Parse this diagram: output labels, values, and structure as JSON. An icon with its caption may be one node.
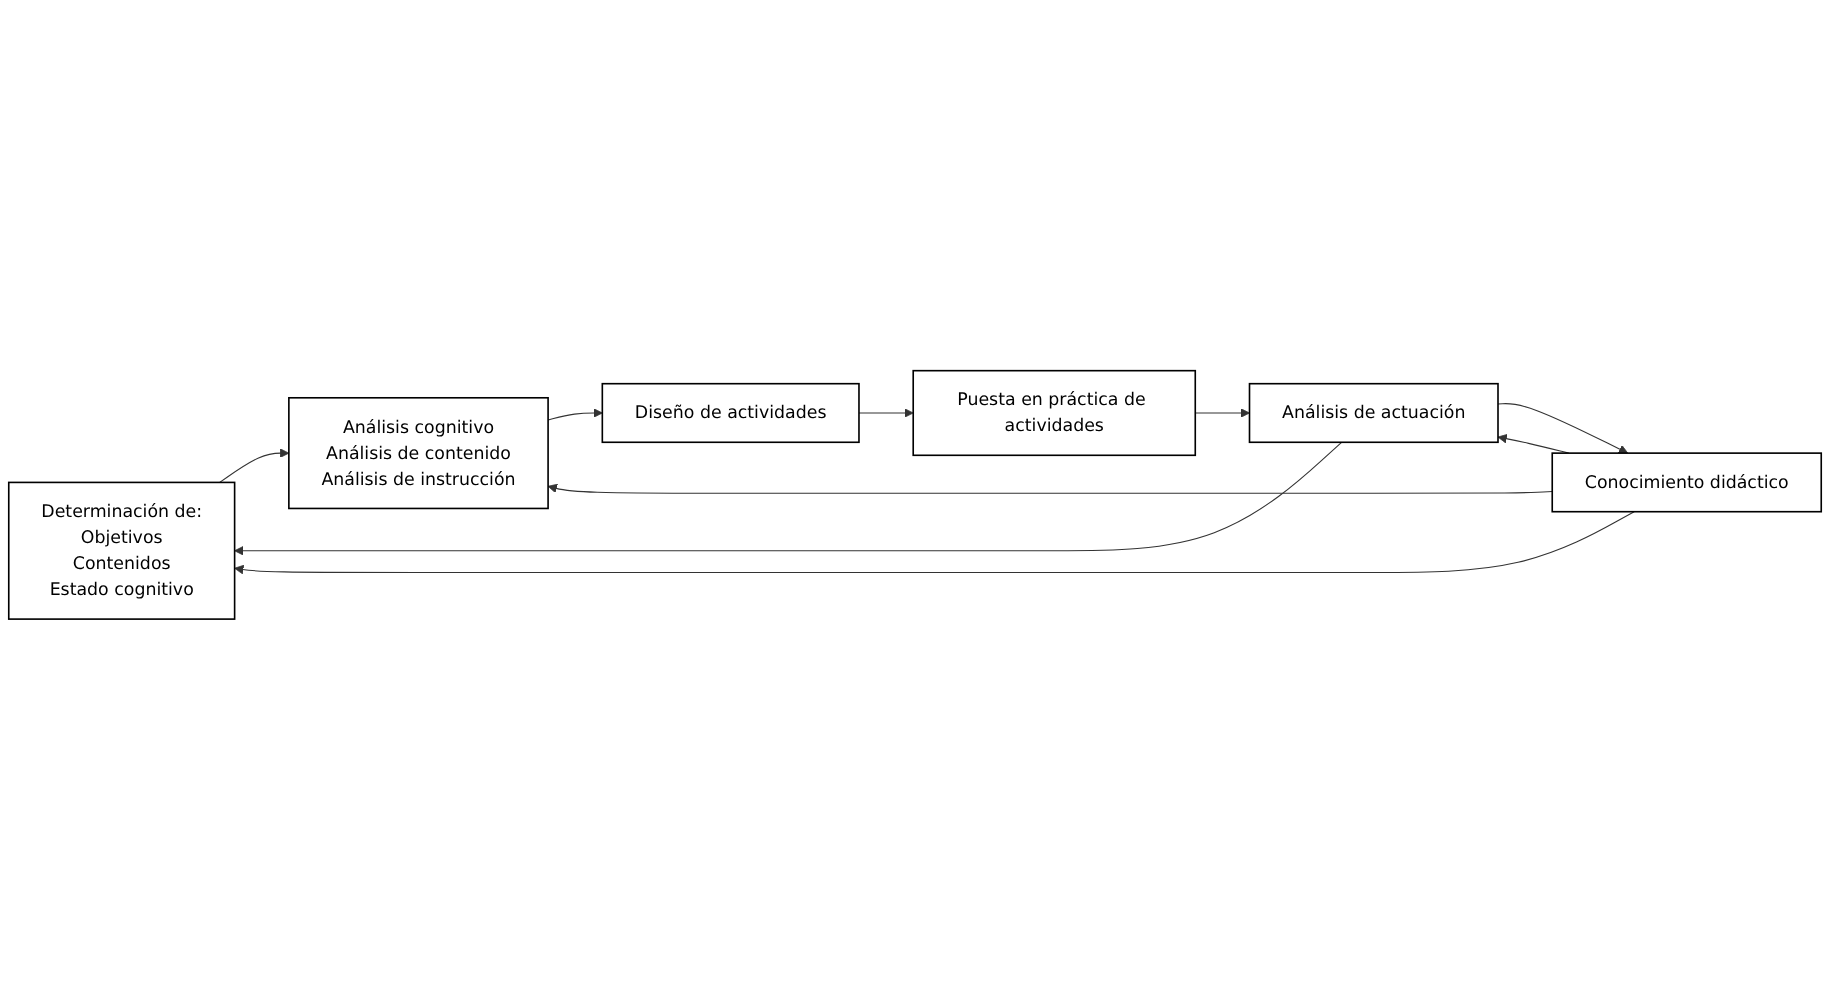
{
  "diagram": {
    "nodes": [
      {
        "text": [
          "Determinación de:",
          "Objetivos",
          "Contenidos",
          "Estado cognitivo"
        ]
      },
      {
        "text": [
          "Conocimiento didáctico"
        ]
      },
      {
        "text": [
          "Análisis cognitivo",
          "Análisis de contenido",
          "Análisis de instrucción"
        ]
      },
      {
        "text": [
          "Diseño de actividades"
        ]
      },
      {
        "text": [
          "Análisis de actuación"
        ]
      },
      {
        "text": [
          "Puesta en práctica de actividades"
        ]
      }
    ],
    "edges": [
      {
        "from": 1,
        "to": 0,
        "arrow": "to"
      },
      {
        "from": 0,
        "to": 2,
        "arrow": "to"
      },
      {
        "from": 1,
        "to": 2,
        "arrow": "to"
      },
      {
        "from": 2,
        "to": 3,
        "arrow": "to"
      },
      {
        "from": 3,
        "to": 5,
        "arrow": "to"
      },
      {
        "from": 5,
        "to": 4,
        "arrow": "to"
      },
      {
        "from": 1,
        "to": 4,
        "arrow": "to"
      },
      {
        "from": 4,
        "to": 0,
        "arrow": "to"
      },
      {
        "from": 4,
        "to": 1,
        "arrow": "to"
      }
    ]
  }
}
